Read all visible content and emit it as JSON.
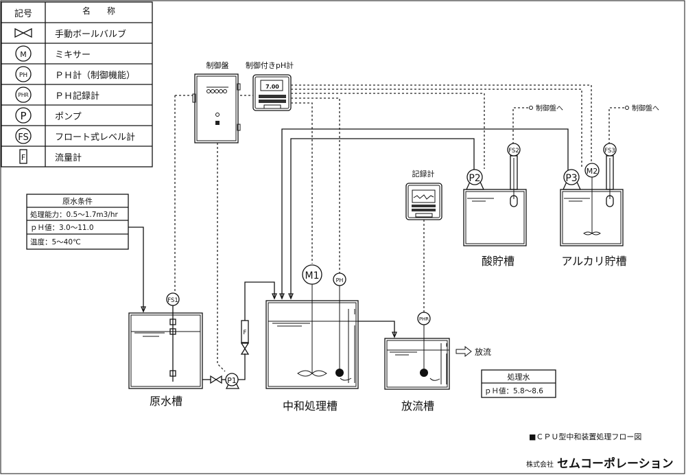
{
  "legend": {
    "header_symbol": "記号",
    "header_name": "名　　称",
    "rows": [
      {
        "symbol": "⋈",
        "icon": "ball-valve-icon",
        "name": "手動ボールバルブ"
      },
      {
        "symbol": "M",
        "icon": "mixer-icon",
        "name": "ミキサー"
      },
      {
        "symbol": "PH",
        "icon": "ph-meter-icon",
        "name": "ＰＨ計（制御機能）"
      },
      {
        "symbol": "PHR",
        "icon": "ph-recorder-icon",
        "name": "ＰＨ記録計"
      },
      {
        "symbol": "P",
        "icon": "pump-icon",
        "name": "ポンプ"
      },
      {
        "symbol": "FS",
        "icon": "float-level-icon",
        "name": "フロート式レベル計"
      },
      {
        "symbol": "F",
        "icon": "flowmeter-icon",
        "name": "流量計"
      }
    ]
  },
  "raw_water_conditions": {
    "title": "原水条件",
    "rows": [
      "処理能力：0.5〜1.7m3/hr",
      "ｐＨ値：3.0〜11.0",
      "温度：5〜40℃"
    ]
  },
  "treated_water": {
    "title": "処理水",
    "rows": [
      "ｐＨ値：5.8〜8.6"
    ]
  },
  "equipment": {
    "control_panel": "制御盤",
    "ph_controller": "制御付きpH計",
    "ph_display": "7.00",
    "recorder": "記録計",
    "to_panel": "制御盤へ"
  },
  "tanks": {
    "raw": "原水槽",
    "neutralization": "中和処理槽",
    "discharge": "放流槽",
    "acid": "酸貯槽",
    "alkali": "アルカリ貯槽"
  },
  "tags": {
    "fs1": "FS1",
    "fs2": "FS2",
    "fs3": "FS3",
    "p1": "P1",
    "p2": "P2",
    "p3": "P3",
    "m1": "M1",
    "m2": "M2",
    "ph": "PH",
    "phr": "PHR",
    "f": "F"
  },
  "discharge_label": "放流",
  "figure_title": "■ＣＰＵ型中和装置処理フロー図",
  "company": {
    "prefix": "株式会社",
    "name": "セムコーポレーション"
  }
}
